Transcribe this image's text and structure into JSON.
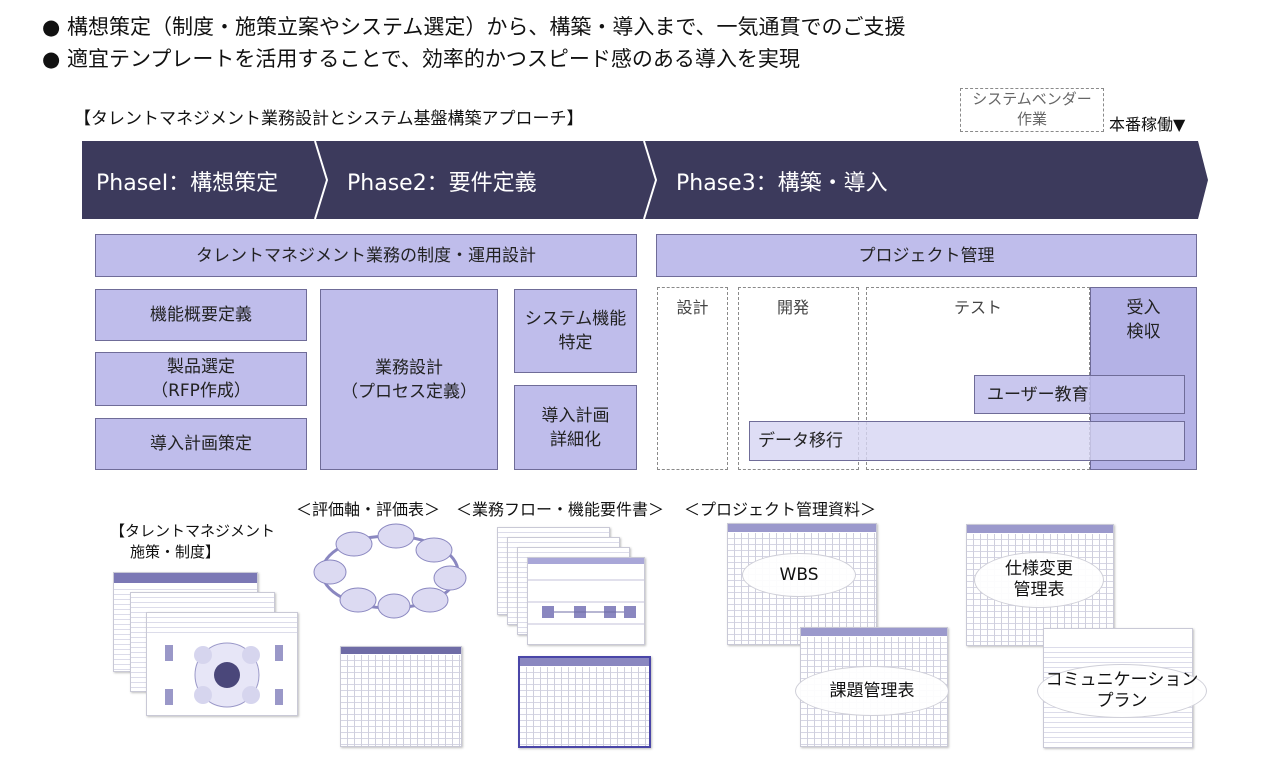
{
  "bullets": [
    "●  構想策定（制度・施策立案やシステム選定）から、構築・導入まで、一気通貫でのご支援",
    "●  適宜テンプレートを活用することで、効率的かつスピード感のある導入を実現"
  ],
  "approach_title": "【タレントマネジメント業務設計とシステム基盤構築アプローチ】",
  "vendor_legend": {
    "line1": "システムベンダー",
    "line2": "作業"
  },
  "golive": "本番稼働▼",
  "phases": [
    "PhaseⅠ：構想策定",
    "Phase2：要件定義",
    "Phase3：構築・導入"
  ],
  "bars": {
    "left": "タレントマネジメント業務の制度・運用設計",
    "right": "プロジェクト管理"
  },
  "tasks": {
    "func_def": "機能概要定義",
    "product_1": "製品選定",
    "product_2": "（RFP作成）",
    "plan": "導入計画策定",
    "bizdesign_1": "業務設計",
    "bizdesign_2": "（プロセス定義）",
    "sysfunc_1": "システム機能",
    "sysfunc_2": "特定",
    "plandetail_1": "導入計画",
    "plandetail_2": "詳細化"
  },
  "vendor": {
    "design": "設計",
    "dev": "開発",
    "test": "テスト",
    "accept_1": "受入",
    "accept_2": "検収",
    "training": "ユーザー教育",
    "migration": "データ移行"
  },
  "captions": {
    "eval": "＜評価軸・評価表＞",
    "flow": "＜業務フロー・機能要件書＞",
    "pm": "＜プロジェクト管理資料＞",
    "talent_1": "【タレントマネジメント",
    "talent_2": "施策・制度】"
  },
  "docs": {
    "wbs": "WBS",
    "spec_1": "仕様変更",
    "spec_2": "管理表",
    "issue": "課題管理表",
    "comm_1": "コミュニケーション",
    "comm_2": "プラン"
  },
  "colors": {
    "phase_band": "#3c3a5c",
    "task_fill": "#bfbdeb",
    "accept_fill": "#b4b2e6",
    "migration_fill": "#d6d4f3"
  }
}
